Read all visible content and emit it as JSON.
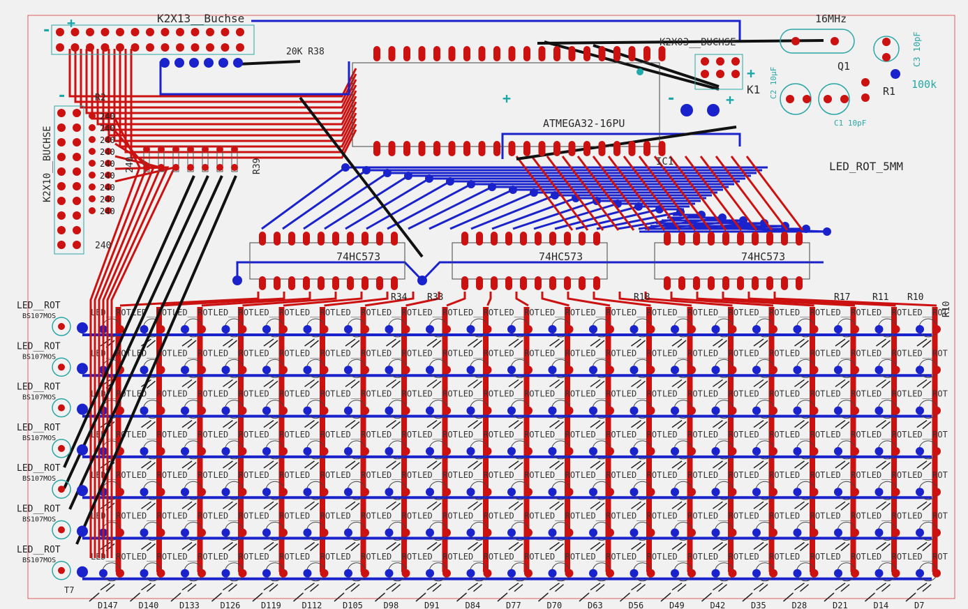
{
  "colors": {
    "background": "#f1f1f1",
    "top_copper": "#cc1111",
    "bottom_copper": "#1a22cc",
    "wire_bridge": "#111111",
    "outline": "#e05a5a",
    "silk": "#2a2a2a",
    "part_outline": "#2aa6a6"
  },
  "labels": {
    "header_top": "K2X13__Buchse",
    "header_side": "K2X10__BUCHSE",
    "crystal": "16MHz",
    "cap_c3": "C3 10pF",
    "resistor_pull": "100k",
    "res_r1": "R1",
    "diode_q1": "Q1",
    "cap_c2": "C2 10µF",
    "cap_c1": "C1 10pF",
    "connector_k1": "K1",
    "header_k2x03": "K2X03__BUCHSE",
    "resistor_20k": "20K R38",
    "mcu": "ATMEGA32-16PU",
    "mcu_ref": "IC1",
    "latch_1": "74HC573",
    "latch_2": "74HC573",
    "latch_3": "74HC573",
    "res_r2": "R2",
    "res_r39": "R39",
    "res_r10": "R10",
    "res_value": "240",
    "led_type": "LED_ROT_5MM",
    "led_row_label": "LED__ROT",
    "transistor": "BS107",
    "transistor_suffix": "MOS",
    "transistor_ref": "T7"
  },
  "resistor_values": [
    "240",
    "240",
    "240",
    "240",
    "240",
    "240",
    "240",
    "240",
    "240"
  ],
  "latch_resistor_labels": [
    "R34",
    "R33",
    "R18",
    "R17",
    "R11",
    "R10"
  ],
  "led_refs_bottom": [
    "D147",
    "D140",
    "D133",
    "D126",
    "D119",
    "D112",
    "D105",
    "D98",
    "D91",
    "D84",
    "D77",
    "D70",
    "D63",
    "D56",
    "D49",
    "D42",
    "D35",
    "D28",
    "D21",
    "D14",
    "D7"
  ],
  "plus_marks": [
    "+",
    "+",
    "+",
    "+"
  ],
  "minus_marks": [
    "-",
    "-",
    "-"
  ]
}
